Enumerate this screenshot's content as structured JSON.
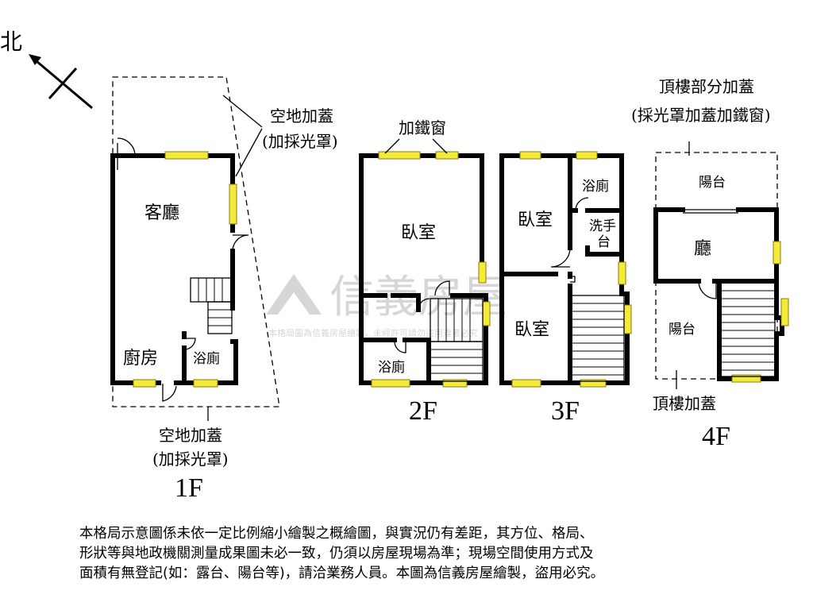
{
  "compass": {
    "label": "北"
  },
  "floor1": {
    "title": "1F",
    "living_room": "客廳",
    "kitchen": "廚房",
    "bathroom": "浴廁",
    "annex_top": "空地加蓋",
    "annex_top_sub": "(加採光罩)",
    "annex_bottom": "空地加蓋",
    "annex_bottom_sub": "(加採光罩)"
  },
  "floor2": {
    "title": "2F",
    "window_note": "加鐵窗",
    "bedroom": "臥室",
    "bathroom": "浴廁"
  },
  "floor3": {
    "title": "3F",
    "bedroom_upper": "臥室",
    "bedroom_lower": "臥室",
    "bathroom": "浴廁",
    "washbasin_1": "洗手",
    "washbasin_2": "台"
  },
  "floor4": {
    "title": "4F",
    "top_note": "頂樓部分加蓋",
    "top_note_sub": "(採光罩加蓋加鐵窗)",
    "balcony_top": "陽台",
    "hall": "廳",
    "balcony_bottom": "陽台",
    "bottom_note": "頂樓加蓋"
  },
  "watermark": {
    "brand": "信義房屋",
    "small": "本格局圖為信義房屋繪製，未經許可請勿盜用違者必究"
  },
  "disclaimer": {
    "line1": "本格局示意圖係未依一定比例縮小繪製之概繪圖，與實況仍有差距，其方位、格局、",
    "line2": "形狀等與地政機關測量成果圖未必一致，仍須以房屋現場為準；現場空間使用方式及",
    "line3": "面積有無登記(如：露台、陽台等)，請洽業務人員。本圖為信義房屋繪製，盜用必究。"
  },
  "colors": {
    "window": "#f4ea3a",
    "wall": "#000000",
    "watermark": "#d6d6d6"
  }
}
